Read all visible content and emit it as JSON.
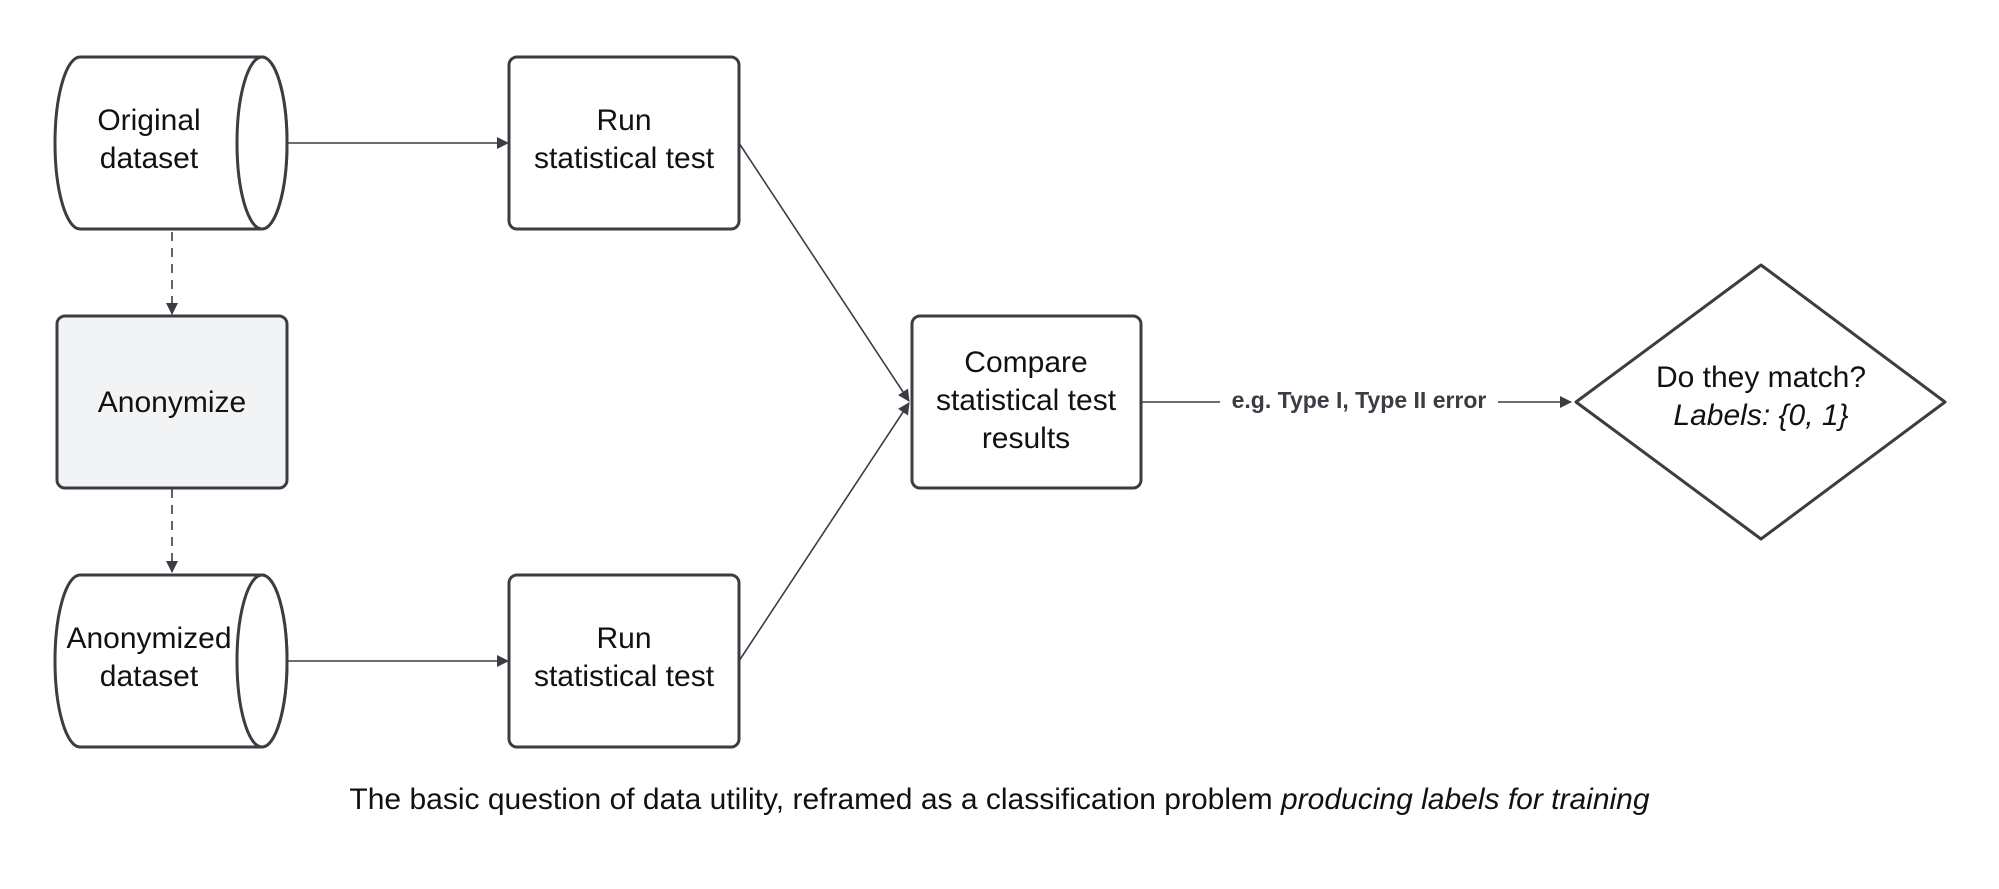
{
  "nodes": {
    "original_dataset": {
      "line1": "Original",
      "line2": "dataset"
    },
    "run_test_top": {
      "line1": "Run",
      "line2": "statistical test"
    },
    "anonymize": {
      "label": "Anonymize"
    },
    "anonymized_dataset": {
      "line1": "Anonymized",
      "line2": "dataset"
    },
    "run_test_bottom": {
      "line1": "Run",
      "line2": "statistical test"
    },
    "compare": {
      "line1": "Compare",
      "line2": "statistical test",
      "line3": "results"
    },
    "decision": {
      "line1": "Do they match?",
      "line2": "Labels: {0, 1}"
    }
  },
  "edges": {
    "compare_to_decision_label": "e.g. Type I, Type II error"
  },
  "caption": {
    "main": "The basic question of data utility, reframed as a classification problem",
    "emphasis": "producing labels for training"
  },
  "colors": {
    "stroke": "#3a3d44",
    "anonymize_fill": "#f2f3f5",
    "background": "#ffffff"
  }
}
